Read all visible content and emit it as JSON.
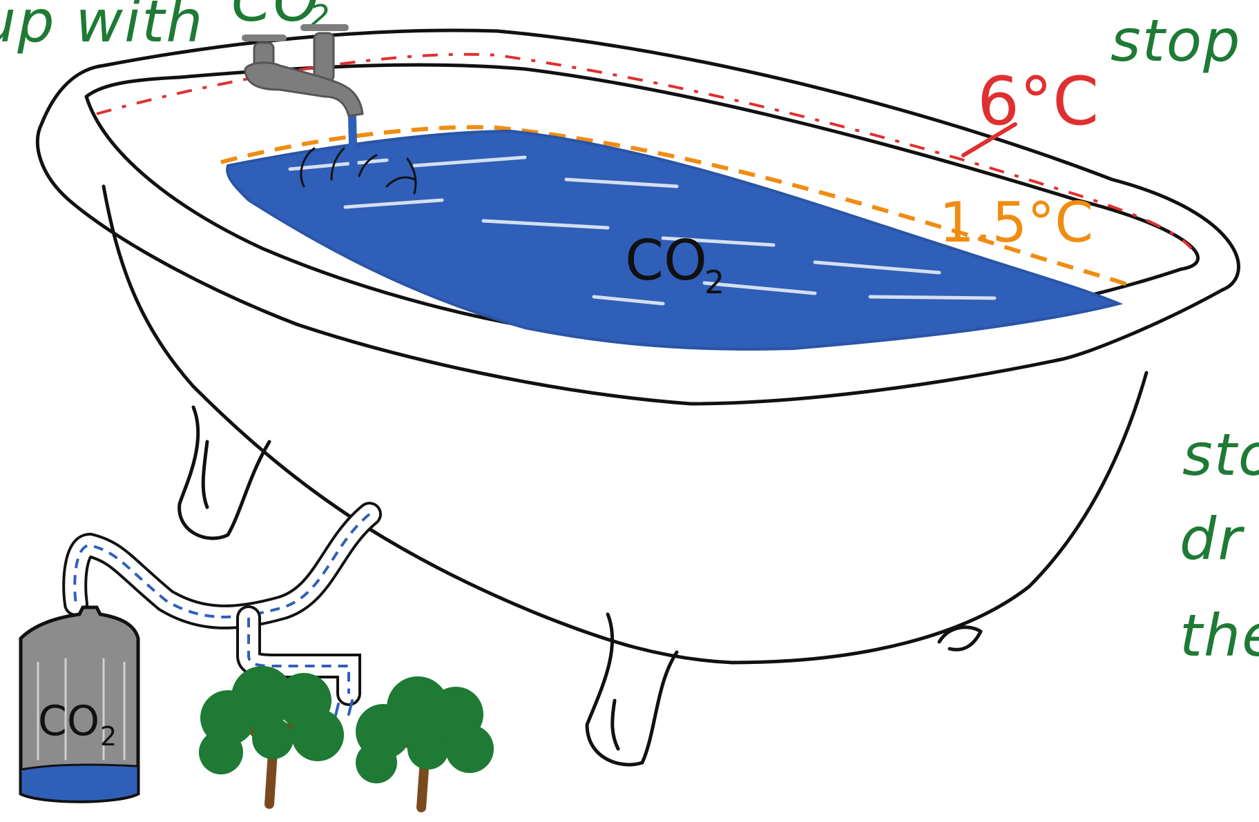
{
  "annotations": {
    "top_left_caption": "up with",
    "top_left_caption_formula": "CO",
    "top_left_caption_subscript": "2",
    "top_right_caption": "stop",
    "right_caption_line1": "sto",
    "right_caption_line2": "dr",
    "right_caption_line3": "the"
  },
  "bathtub": {
    "water_label": "CO",
    "water_label_subscript": "2",
    "limit_high": "6°C",
    "limit_low": "1.5°C"
  },
  "tank": {
    "label": "CO",
    "label_subscript": "2"
  },
  "colors": {
    "caption_green": "#1e7a34",
    "limit_red": "#e02f2f",
    "limit_orange": "#f08c10",
    "water_blue": "#2f5fb8",
    "tree_green": "#1e7a34",
    "trunk_brown": "#7a4a1e",
    "faucet_grey": "#7d7d7d",
    "outline": "#111111"
  },
  "icons": [
    "bathtub-icon",
    "faucet-icon",
    "drain-pipe-icon",
    "co2-tank-icon",
    "tree-icon"
  ]
}
